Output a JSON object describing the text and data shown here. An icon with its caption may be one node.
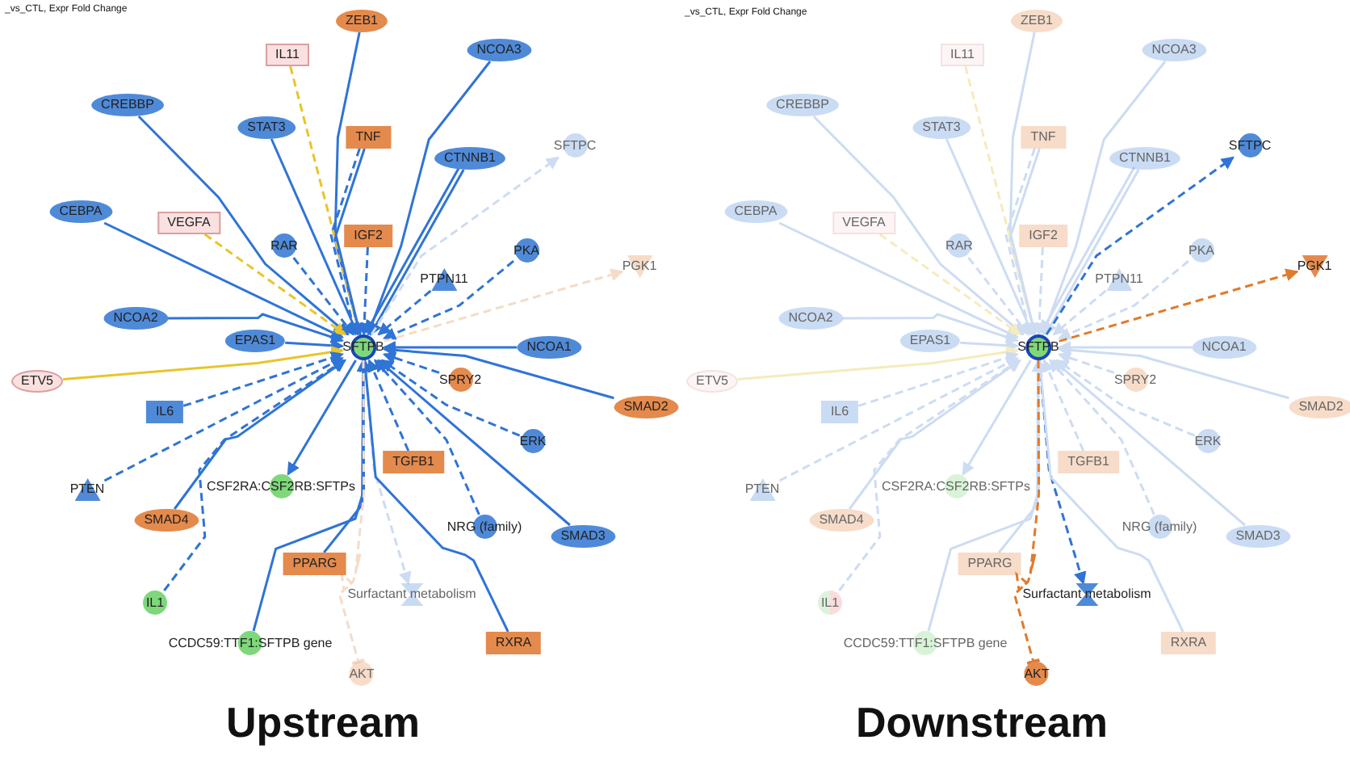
{
  "diagram": {
    "nodes": [
      {
        "text": [
          "SFTPB"
        ]
      },
      {
        "text": [
          "ZEB1"
        ]
      },
      {
        "text": [
          "IL11"
        ]
      },
      {
        "text": [
          "NCOA3"
        ]
      },
      {
        "text": [
          "CREBBP"
        ]
      },
      {
        "text": [
          "STAT3"
        ]
      },
      {
        "text": [
          "TNF"
        ]
      },
      {
        "text": [
          "CTNNB1"
        ]
      },
      {
        "text": [
          "SFTPC"
        ]
      },
      {
        "text": [
          "CEBPA"
        ]
      },
      {
        "text": [
          "VEGFA"
        ]
      },
      {
        "text": [
          "RAR"
        ]
      },
      {
        "text": [
          "IGF2"
        ]
      },
      {
        "text": [
          "PKA"
        ]
      },
      {
        "text": [
          "PTPN11"
        ]
      },
      {
        "text": [
          "PGK1"
        ]
      },
      {
        "text": [
          "NCOA2"
        ]
      },
      {
        "text": [
          "EPAS1"
        ]
      },
      {
        "text": [
          "NCOA1"
        ]
      },
      {
        "text": [
          "ETV5"
        ]
      },
      {
        "text": [
          "SPRY2"
        ]
      },
      {
        "text": [
          "SMAD2"
        ]
      },
      {
        "text": [
          "IL6"
        ]
      },
      {
        "text": [
          "ERK"
        ]
      },
      {
        "text": [
          "TGFB1"
        ]
      },
      {
        "text": [
          "PTEN"
        ]
      },
      {
        "text": [
          "CSF2RA:CSF2RB:SFTPs"
        ]
      },
      {
        "text": [
          "SMAD4"
        ]
      },
      {
        "text": [
          "NRG (family)"
        ]
      },
      {
        "text": [
          "SMAD3"
        ]
      },
      {
        "text": [
          "PPARG"
        ]
      },
      {
        "text": [
          "Surfactant metabolism"
        ]
      },
      {
        "text": [
          "IL1"
        ]
      },
      {
        "text": [
          "CCDC59:TTF1:SFTPB gene"
        ]
      },
      {
        "text": [
          "RXRA"
        ]
      },
      {
        "text": [
          "AKT"
        ]
      },
      {
        "text": [
          "SFTPB"
        ]
      },
      {
        "text": [
          "ZEB1"
        ]
      },
      {
        "text": [
          "IL11"
        ]
      },
      {
        "text": [
          "NCOA3"
        ]
      },
      {
        "text": [
          "CREBBP"
        ]
      },
      {
        "text": [
          "STAT3"
        ]
      },
      {
        "text": [
          "TNF"
        ]
      },
      {
        "text": [
          "CTNNB1"
        ]
      },
      {
        "text": [
          "SFTPC"
        ]
      },
      {
        "text": [
          "CEBPA"
        ]
      },
      {
        "text": [
          "VEGFA"
        ]
      },
      {
        "text": [
          "RAR"
        ]
      },
      {
        "text": [
          "IGF2"
        ]
      },
      {
        "text": [
          "PKA"
        ]
      },
      {
        "text": [
          "PTPN11"
        ]
      },
      {
        "text": [
          "PGK1"
        ]
      },
      {
        "text": [
          "NCOA2"
        ]
      },
      {
        "text": [
          "EPAS1"
        ]
      },
      {
        "text": [
          "NCOA1"
        ]
      },
      {
        "text": [
          "ETV5"
        ]
      },
      {
        "text": [
          "SPRY2"
        ]
      },
      {
        "text": [
          "SMAD2"
        ]
      },
      {
        "text": [
          "IL6"
        ]
      },
      {
        "text": [
          "ERK"
        ]
      },
      {
        "text": [
          "TGFB1"
        ]
      },
      {
        "text": [
          "PTEN"
        ]
      },
      {
        "text": [
          "CSF2RA:CSF2RB:SFTPs"
        ]
      },
      {
        "text": [
          "SMAD4"
        ]
      },
      {
        "text": [
          "NRG (family)"
        ]
      },
      {
        "text": [
          "SMAD3"
        ]
      },
      {
        "text": [
          "PPARG"
        ]
      },
      {
        "text": [
          "Surfactant metabolism"
        ]
      },
      {
        "text": [
          "IL1"
        ]
      },
      {
        "text": [
          "CCDC59:TTF1:SFTPB gene"
        ]
      },
      {
        "text": [
          "RXRA"
        ]
      },
      {
        "text": [
          "AKT"
        ]
      }
    ],
    "edges": [
      {
        "from": 1,
        "to": 0,
        "arrow": "to"
      },
      {
        "from": 2,
        "to": 0,
        "arrow": "to",
        "style": "dashed",
        "color": "#e8c52a"
      },
      {
        "from": 3,
        "to": 0,
        "arrow": "to"
      },
      {
        "from": 4,
        "to": 0,
        "arrow": "to"
      },
      {
        "from": 5,
        "to": 0,
        "arrow": "to"
      },
      {
        "from": 6,
        "to": 0,
        "arrow": "to"
      },
      {
        "from": 6,
        "to": 0,
        "arrow": "to",
        "style": "dashed"
      },
      {
        "from": 7,
        "to": 0,
        "arrow": "to"
      },
      {
        "from": 7,
        "to": 0,
        "arrow": "to"
      },
      {
        "from": 0,
        "to": 8,
        "arrow": "to",
        "style": "dashed",
        "color": "#cddcf2"
      },
      {
        "from": 9,
        "to": 0,
        "arrow": "to"
      },
      {
        "from": 10,
        "to": 0,
        "arrow": "to",
        "style": "dashed",
        "color": "#e8c52a"
      },
      {
        "from": 11,
        "to": 0,
        "arrow": "to",
        "style": "dashed"
      },
      {
        "from": 12,
        "to": 0,
        "arrow": "to",
        "style": "dashed"
      },
      {
        "from": 13,
        "to": 0,
        "arrow": "to",
        "style": "dashed"
      },
      {
        "from": 14,
        "to": 0,
        "arrow": "to",
        "style": "dashed"
      },
      {
        "from": 0,
        "to": 15,
        "arrow": "to",
        "style": "dashed",
        "color": "#f4dcc8"
      },
      {
        "from": 16,
        "to": 0,
        "arrow": "to"
      },
      {
        "from": 17,
        "to": 0,
        "arrow": "to"
      },
      {
        "from": 18,
        "to": 0,
        "arrow": "to"
      },
      {
        "from": 19,
        "to": 0,
        "arrow": "to",
        "color": "#e8c52a"
      },
      {
        "from": 20,
        "to": 0,
        "arrow": "to",
        "style": "dashed"
      },
      {
        "from": 21,
        "to": 0,
        "arrow": "to"
      },
      {
        "from": 22,
        "to": 0,
        "arrow": "to",
        "style": "dashed"
      },
      {
        "from": 23,
        "to": 0,
        "arrow": "to",
        "style": "dashed"
      },
      {
        "from": 24,
        "to": 0,
        "arrow": "to",
        "style": "dashed"
      },
      {
        "from": 25,
        "to": 0,
        "arrow": "to",
        "style": "dashed"
      },
      {
        "from": 0,
        "to": 26,
        "arrow": "to"
      },
      {
        "from": 27,
        "to": 0,
        "arrow": "to"
      },
      {
        "from": 28,
        "to": 0,
        "arrow": "to",
        "style": "dashed"
      },
      {
        "from": 29,
        "to": 0,
        "arrow": "to"
      },
      {
        "from": 30,
        "to": 0,
        "arrow": "to"
      },
      {
        "from": 0,
        "to": 31,
        "arrow": "to",
        "style": "dashed",
        "color": "#cddcf2"
      },
      {
        "from": 32,
        "to": 0,
        "arrow": "to",
        "style": "dashed"
      },
      {
        "from": 33,
        "to": 0,
        "arrow": "to"
      },
      {
        "from": 34,
        "to": 0,
        "arrow": "to"
      },
      {
        "from": 0,
        "to": 35,
        "arrow": "other",
        "style": "dashed",
        "color": "#f4dcc8"
      },
      {
        "from": 37,
        "to": 36,
        "arrow": "to",
        "color": "#cddcf2"
      },
      {
        "from": 38,
        "to": 36,
        "arrow": "to",
        "style": "dashed",
        "color": "#f5ebbd"
      },
      {
        "from": 39,
        "to": 36,
        "arrow": "to",
        "color": "#cddcf2"
      },
      {
        "from": 40,
        "to": 36,
        "arrow": "to",
        "color": "#cddcf2"
      },
      {
        "from": 41,
        "to": 36,
        "arrow": "to",
        "color": "#cddcf2"
      },
      {
        "from": 42,
        "to": 36,
        "arrow": "to",
        "color": "#cddcf2"
      },
      {
        "from": 42,
        "to": 36,
        "arrow": "to",
        "style": "dashed",
        "color": "#cddcf2"
      },
      {
        "from": 43,
        "to": 36,
        "arrow": "to",
        "color": "#cddcf2"
      },
      {
        "from": 43,
        "to": 36,
        "arrow": "to",
        "color": "#cddcf2"
      },
      {
        "from": 36,
        "to": 44,
        "arrow": "to",
        "style": "dashed"
      },
      {
        "from": 45,
        "to": 36,
        "arrow": "to",
        "color": "#cddcf2"
      },
      {
        "from": 46,
        "to": 36,
        "arrow": "to",
        "style": "dashed",
        "color": "#f5ebbd"
      },
      {
        "from": 47,
        "to": 36,
        "arrow": "to",
        "style": "dashed",
        "color": "#cddcf2"
      },
      {
        "from": 48,
        "to": 36,
        "arrow": "to",
        "style": "dashed",
        "color": "#cddcf2"
      },
      {
        "from": 49,
        "to": 36,
        "arrow": "to",
        "style": "dashed",
        "color": "#cddcf2"
      },
      {
        "from": 50,
        "to": 36,
        "arrow": "to",
        "style": "dashed",
        "color": "#cddcf2"
      },
      {
        "from": 36,
        "to": 51,
        "arrow": "to",
        "style": "dashed",
        "color": "#e07a2c"
      },
      {
        "from": 52,
        "to": 36,
        "arrow": "to",
        "color": "#cddcf2"
      },
      {
        "from": 53,
        "to": 36,
        "arrow": "to",
        "color": "#cddcf2"
      },
      {
        "from": 54,
        "to": 36,
        "arrow": "to",
        "color": "#cddcf2"
      },
      {
        "from": 55,
        "to": 36,
        "arrow": "to",
        "color": "#f5ebbd"
      },
      {
        "from": 56,
        "to": 36,
        "arrow": "to",
        "style": "dashed",
        "color": "#cddcf2"
      },
      {
        "from": 57,
        "to": 36,
        "arrow": "to",
        "color": "#cddcf2"
      },
      {
        "from": 58,
        "to": 36,
        "arrow": "to",
        "style": "dashed",
        "color": "#cddcf2"
      },
      {
        "from": 59,
        "to": 36,
        "arrow": "to",
        "style": "dashed",
        "color": "#cddcf2"
      },
      {
        "from": 60,
        "to": 36,
        "arrow": "to",
        "style": "dashed",
        "color": "#cddcf2"
      },
      {
        "from": 61,
        "to": 36,
        "arrow": "to",
        "style": "dashed",
        "color": "#cddcf2"
      },
      {
        "from": 36,
        "to": 62,
        "arrow": "to",
        "color": "#cddcf2"
      },
      {
        "from": 63,
        "to": 36,
        "arrow": "to",
        "color": "#cddcf2"
      },
      {
        "from": 64,
        "to": 36,
        "arrow": "to",
        "style": "dashed",
        "color": "#cddcf2"
      },
      {
        "from": 65,
        "to": 36,
        "arrow": "to",
        "color": "#cddcf2"
      },
      {
        "from": 66,
        "to": 36,
        "arrow": "to",
        "color": "#cddcf2"
      },
      {
        "from": 36,
        "to": 67,
        "arrow": "to",
        "style": "dashed"
      },
      {
        "from": 68,
        "to": 36,
        "arrow": "to",
        "style": "dashed",
        "color": "#cddcf2"
      },
      {
        "from": 69,
        "to": 36,
        "arrow": "to",
        "color": "#cddcf2"
      },
      {
        "from": 70,
        "to": 36,
        "arrow": "to",
        "color": "#cddcf2"
      },
      {
        "from": 36,
        "to": 71,
        "arrow": "other",
        "style": "dashed",
        "color": "#e07a2c"
      }
    ],
    "labels": [
      "_vs_CTL, Expr Fold Change",
      "_vs_CTL, Expr Fold Change",
      "Upstream",
      "Downstream"
    ]
  }
}
